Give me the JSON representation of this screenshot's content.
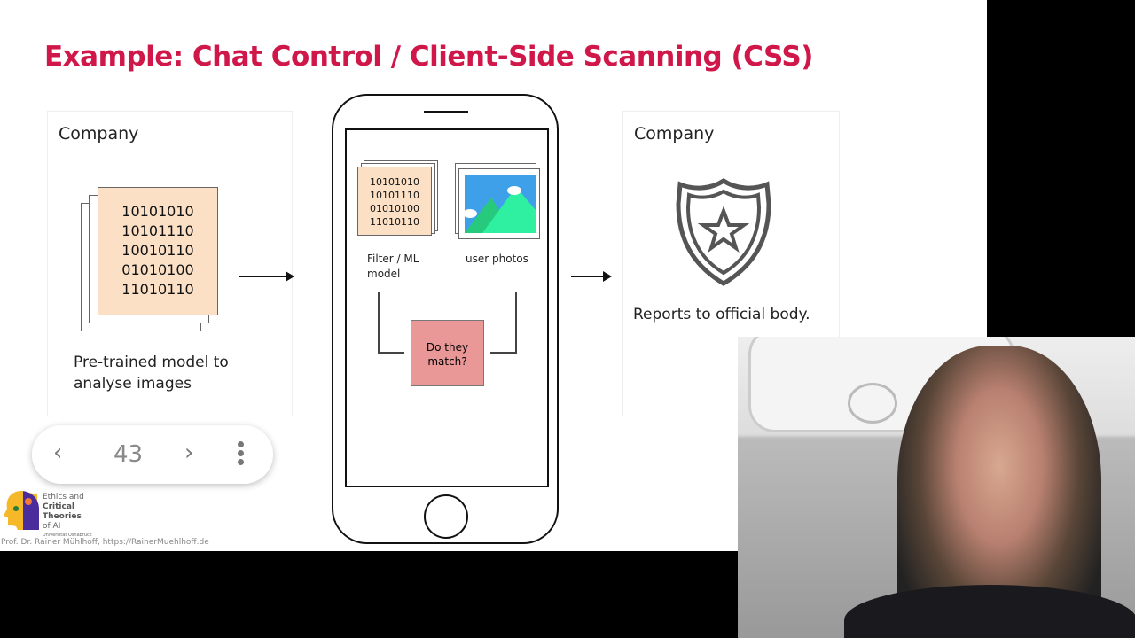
{
  "slide": {
    "title": "Example: Chat Control / Client-Side Scanning (CSS)",
    "left_panel": {
      "title": "Company",
      "code_lines": [
        "10101010",
        "10101110",
        "10010110",
        "01010100",
        "11010110"
      ],
      "caption": "Pre-trained model to analyse images"
    },
    "phone": {
      "model_code_lines": [
        "10101010",
        "10101110",
        "01010100",
        "11010110"
      ],
      "model_label": "Filter / ML model",
      "photos_label": "user photos",
      "match_label": "Do they match?"
    },
    "right_panel": {
      "title": "Company",
      "caption": "Reports to official body."
    },
    "footer": "Prof. Dr. Rainer Mühlhoff, https://RainerMuehlhoff.de",
    "logo": {
      "line1": "Ethics and",
      "line2": "Critical Theories",
      "line3": "of AI",
      "line4": "Universität Osnabrück"
    }
  },
  "nav": {
    "page": "43"
  },
  "colors": {
    "title": "#d0174a",
    "code_bg": "#fbe0c6",
    "match_bg": "#e99797"
  }
}
